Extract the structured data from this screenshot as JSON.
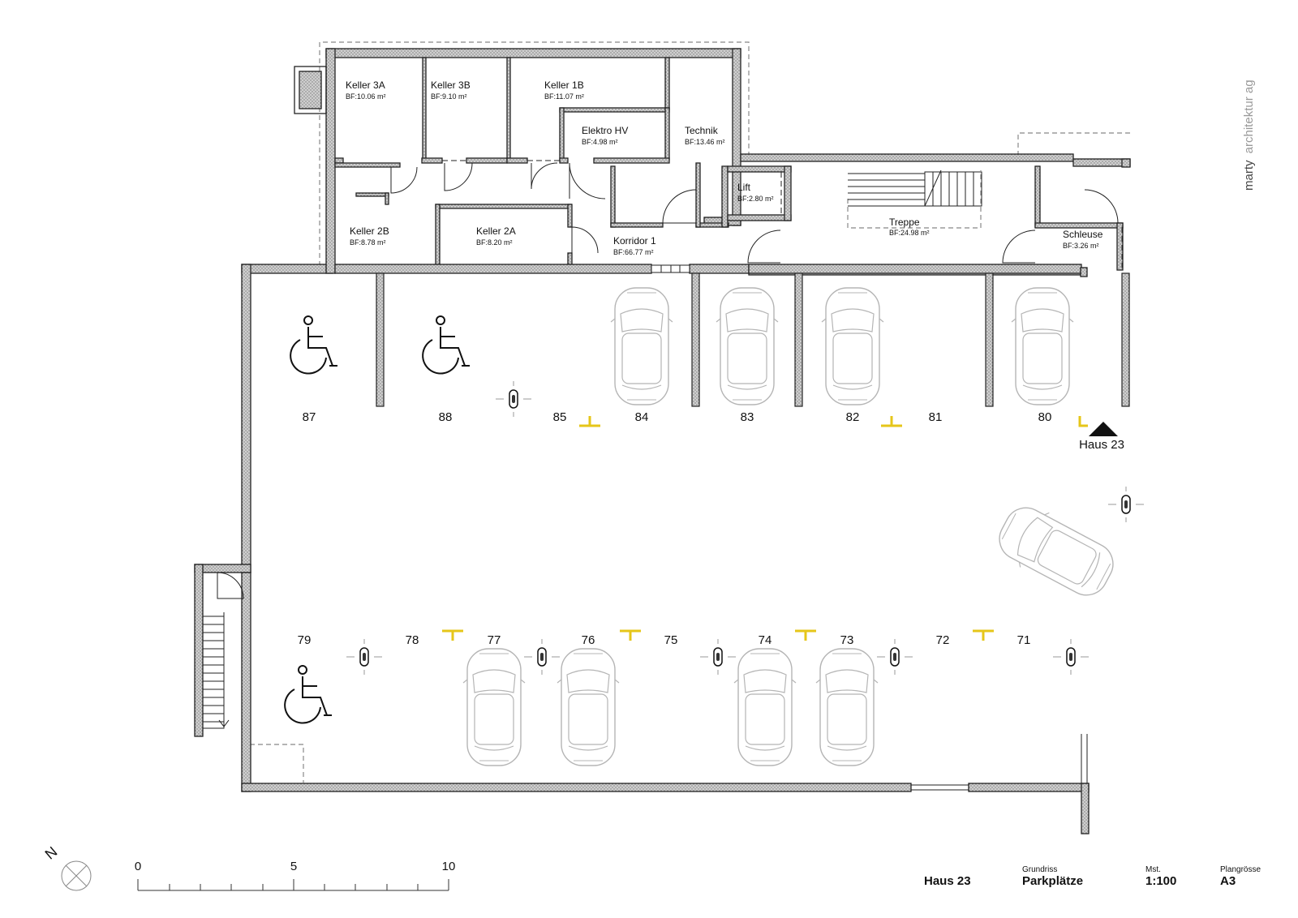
{
  "firm": {
    "name": "marty",
    "suffix": "architektur ag"
  },
  "rooms": [
    {
      "name": "Keller 3A",
      "area": "BF:10.06 m²"
    },
    {
      "name": "Keller 3B",
      "area": "BF:9.10 m²"
    },
    {
      "name": "Keller 1B",
      "area": "BF:11.07 m²"
    },
    {
      "name": "Elektro HV",
      "area": "BF:4.98 m²"
    },
    {
      "name": "Technik",
      "area": "BF:13.46 m²"
    },
    {
      "name": "Lift",
      "area": "BF:2.80 m²"
    },
    {
      "name": "Treppe",
      "area": "BF:24.98 m²"
    },
    {
      "name": "Schleuse",
      "area": "BF:3.26 m²"
    },
    {
      "name": "Keller 2B",
      "area": "BF:8.78 m²"
    },
    {
      "name": "Keller 2A",
      "area": "BF:8.20 m²"
    },
    {
      "name": "Korridor 1",
      "area": "BF:66.77 m²"
    }
  ],
  "parking_top": [
    "87",
    "88",
    "85",
    "84",
    "83",
    "82",
    "81",
    "80"
  ],
  "parking_bottom": [
    "79",
    "78",
    "77",
    "76",
    "75",
    "74",
    "73",
    "72",
    "71"
  ],
  "entrance_label": "Haus 23",
  "scalebar": {
    "labels": [
      "0",
      "5",
      "10"
    ]
  },
  "north_label": "N",
  "title_block": {
    "project": "Haus 23",
    "plan_caption": "Grundriss",
    "plan_title": "Parkplätze",
    "scale_caption": "Mst.",
    "scale": "1:100",
    "size_caption": "Plangrösse",
    "size": "A3"
  },
  "colors": {
    "marker": "#e6c619",
    "wall_fill": "#d8d8d8",
    "line": "#222222",
    "car": "#b0b0b0"
  }
}
